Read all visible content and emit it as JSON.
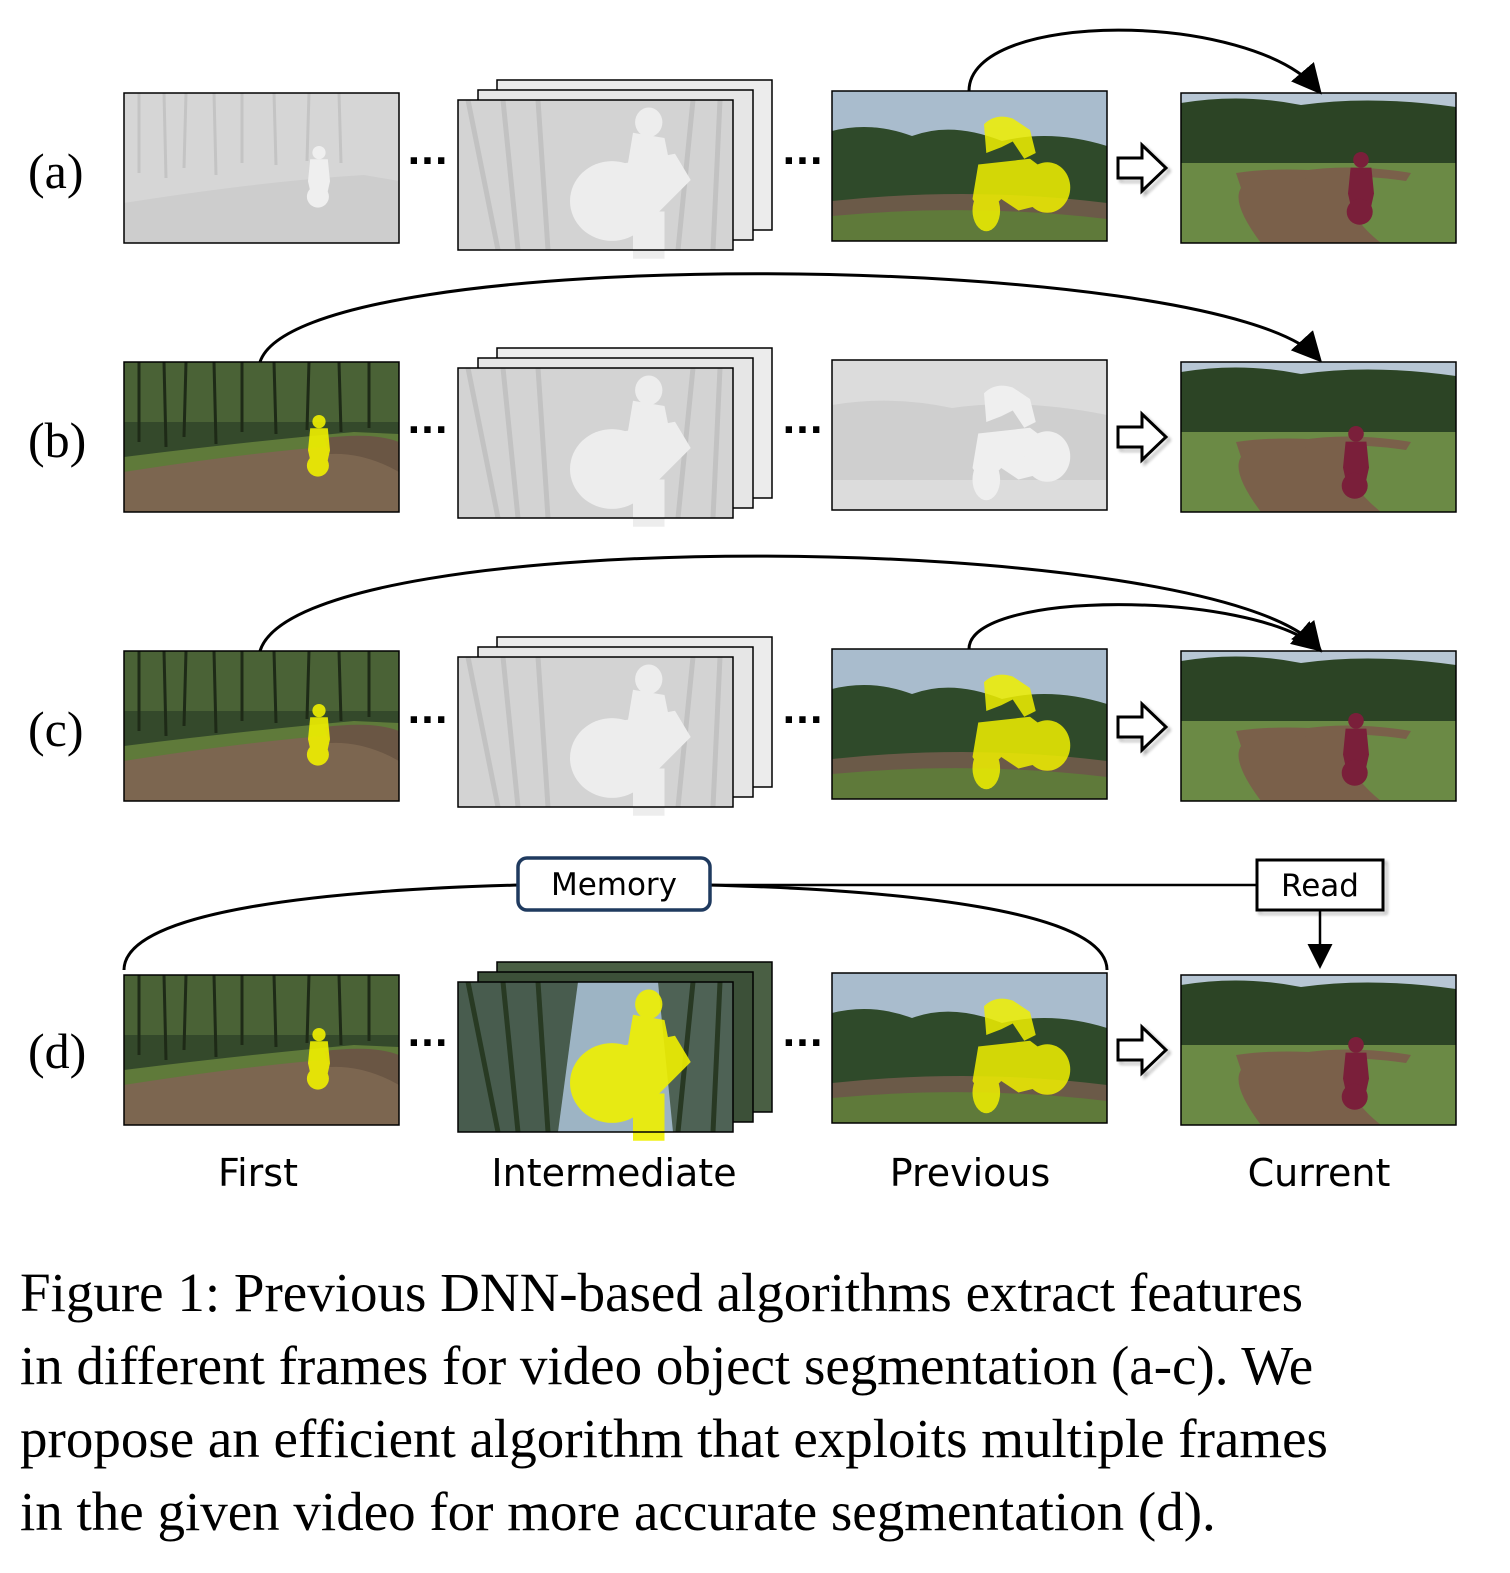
{
  "figure": {
    "row_labels": [
      "(a)",
      "(b)",
      "(c)",
      "(d)"
    ],
    "ellipsis": "···",
    "memory_label": "Memory",
    "read_label": "Read",
    "column_labels": [
      "First",
      "Intermediate",
      "Previous",
      "Current"
    ]
  },
  "colors": {
    "mask": "#f0f000",
    "memory_border": "#1f3a5f",
    "faded_frame": "#d9d9d9",
    "sky": "#9fb3c8",
    "trees": "#2f4a2a",
    "ground": "#6b5a48",
    "grass": "#5f7a3a"
  },
  "caption": {
    "lines": [
      "Figure 1: Previous DNN-based algorithms extract features",
      "in different frames for video object segmentation (a-c). We",
      "propose an efficient algorithm that exploits multiple frames",
      "in the given video for more accurate segmentation (d)."
    ]
  }
}
